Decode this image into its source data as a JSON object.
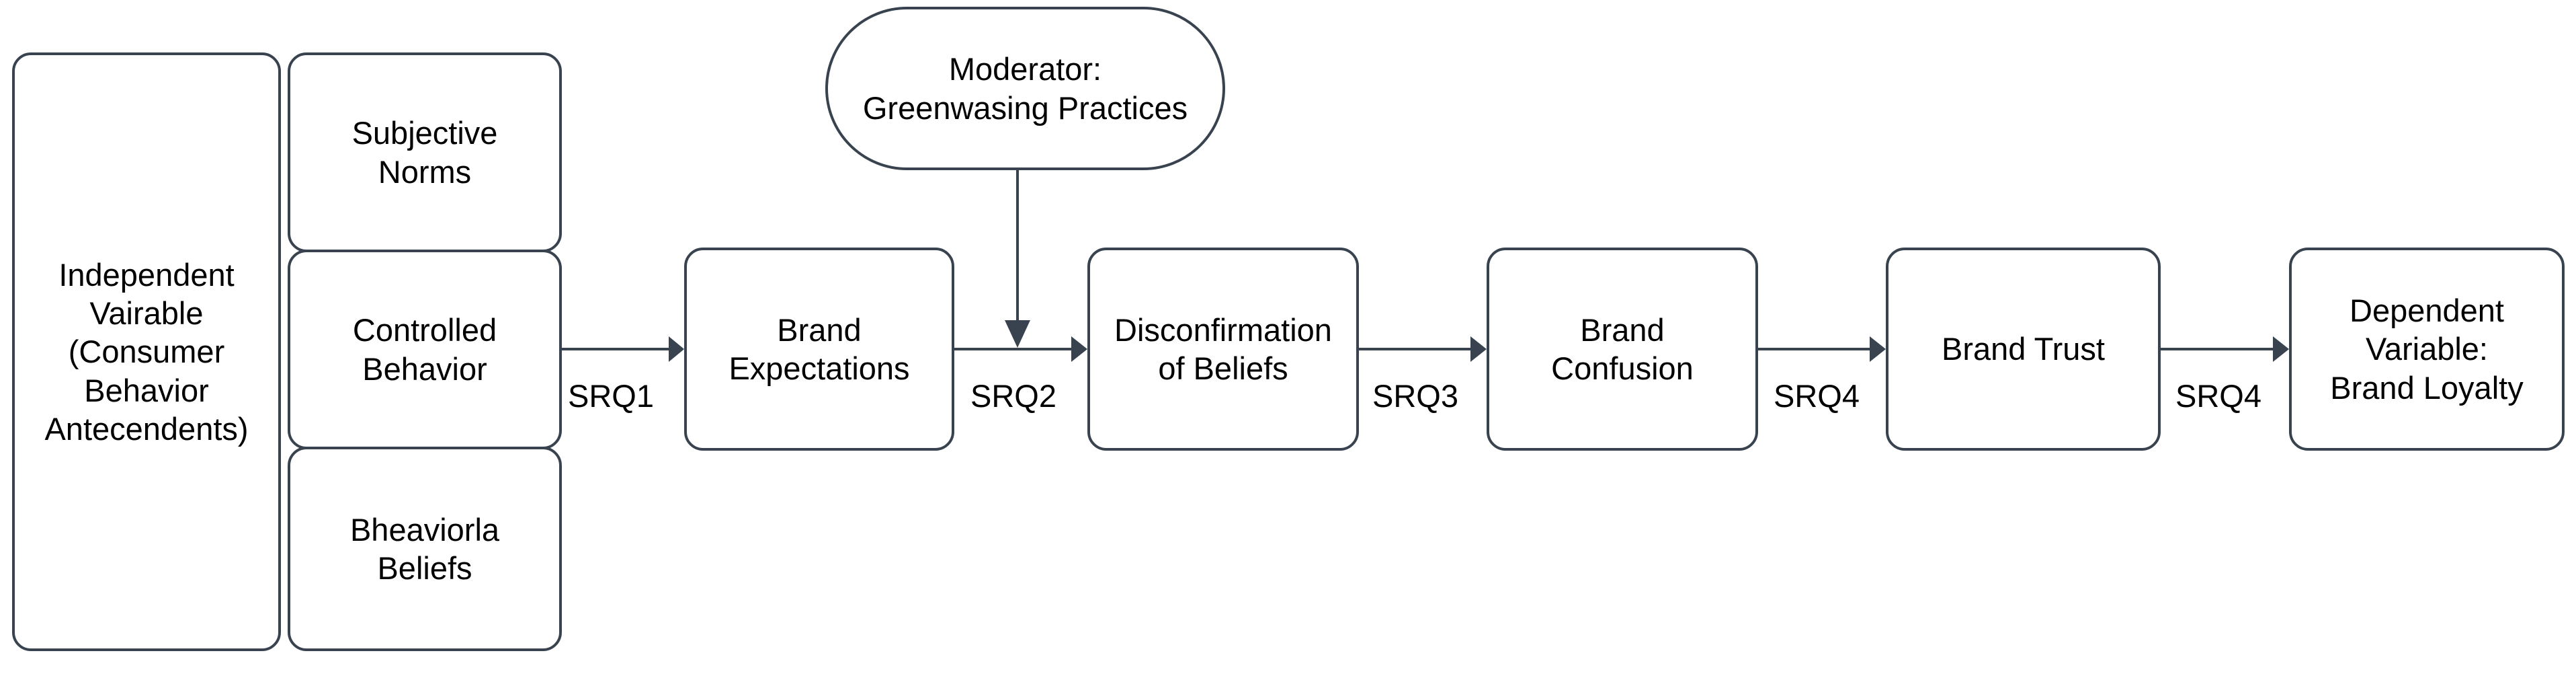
{
  "diagram": {
    "title_text": "",
    "colors": {
      "node_border": "#38434F",
      "node_fill": "#ffffff",
      "edge_stroke": "#38434F",
      "text": "#000000",
      "background": "#ffffff"
    },
    "nodes": [
      {
        "id": "independent-variable",
        "label": "Independent\nVairable\n(Consumer\nBehavior\nAntecendents)",
        "shape": "rounded-rect"
      },
      {
        "id": "subjective-norms",
        "label": "Subjective\nNorms",
        "shape": "rounded-rect"
      },
      {
        "id": "controlled-behavior",
        "label": "Controlled\nBehavior",
        "shape": "rounded-rect"
      },
      {
        "id": "behavioral-beliefs",
        "label": "Bheaviorla\nBeliefs",
        "shape": "rounded-rect"
      },
      {
        "id": "moderator",
        "label": "Moderator:\nGreenwasing Practices",
        "shape": "stadium"
      },
      {
        "id": "brand-expectations",
        "label": "Brand\nExpectations",
        "shape": "rounded-rect"
      },
      {
        "id": "disconfirmation-of-beliefs",
        "label": "Disconfirmation\nof Beliefs",
        "shape": "rounded-rect"
      },
      {
        "id": "brand-confusion",
        "label": "Brand\nConfusion",
        "shape": "rounded-rect"
      },
      {
        "id": "brand-trust",
        "label": "Brand Trust",
        "shape": "rounded-rect"
      },
      {
        "id": "dependent-variable",
        "label": "Dependent\nVariable:\nBrand Loyalty",
        "shape": "rounded-rect"
      }
    ],
    "edges": [
      {
        "id": "e1",
        "from": "controlled-behavior",
        "to": "brand-expectations",
        "label": "SRQ1"
      },
      {
        "id": "e2",
        "from": "brand-expectations",
        "to": "disconfirmation-of-beliefs",
        "label": "SRQ2"
      },
      {
        "id": "e3",
        "from": "disconfirmation-of-beliefs",
        "to": "brand-confusion",
        "label": "SRQ3"
      },
      {
        "id": "e4",
        "from": "brand-confusion",
        "to": "brand-trust",
        "label": "SRQ4"
      },
      {
        "id": "e5",
        "from": "brand-trust",
        "to": "dependent-variable",
        "label": "SRQ4"
      },
      {
        "id": "e6",
        "from": "moderator",
        "to": "e2",
        "label": ""
      }
    ]
  }
}
